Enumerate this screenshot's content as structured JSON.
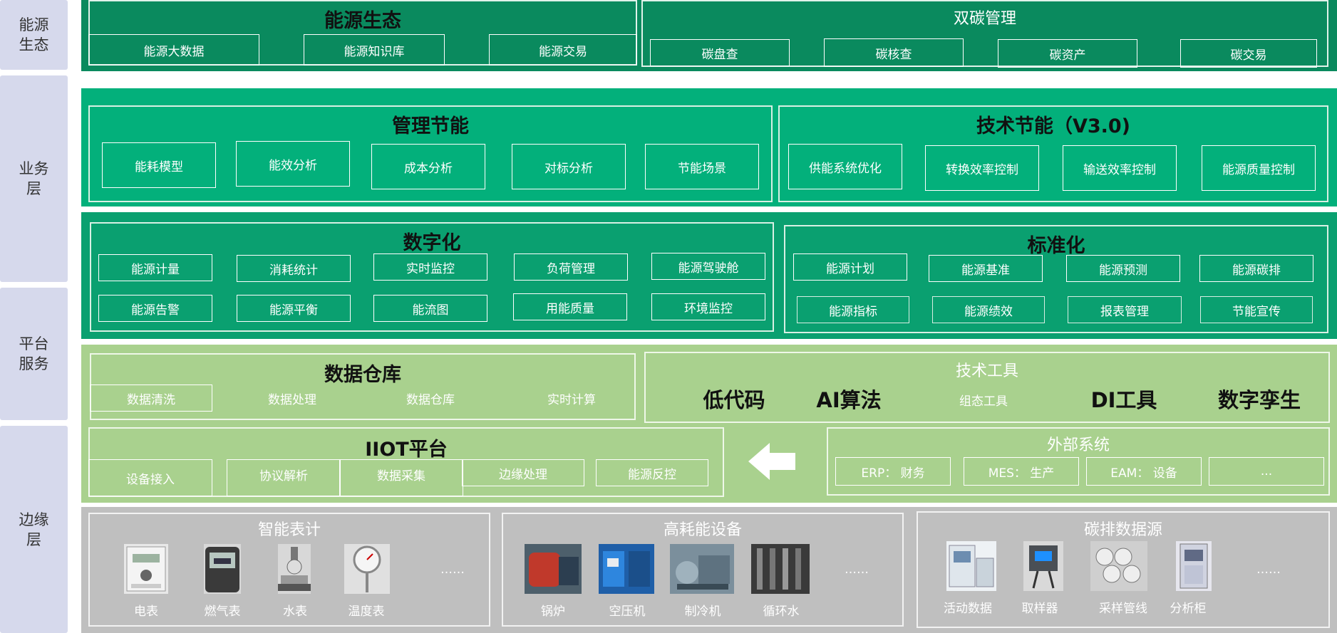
{
  "layers": {
    "ecology": "能源\n生态",
    "business": "业务\n层",
    "platform": "平台\n服务",
    "edge": "边缘\n层"
  },
  "ecology": {
    "energy_title": "能源生态",
    "energy_items": [
      "能源大数据",
      "能源知识库",
      "能源交易"
    ],
    "carbon_title": "双碳管理",
    "carbon_items": [
      "碳盘查",
      "碳核查",
      "碳资产",
      "碳交易"
    ]
  },
  "business": {
    "mgmt_title": "管理节能",
    "mgmt_items": [
      "能耗模型",
      "能效分析",
      "成本分析",
      "对标分析",
      "节能场景"
    ],
    "tech_title": "技术节能（V3.0)",
    "tech_items": [
      "供能系统优化",
      "转换效率控制",
      "输送效率控制",
      "能源质量控制"
    ],
    "digital_title": "数字化",
    "digital_row1": [
      "能源计量",
      "消耗统计",
      "实时监控",
      "负荷管理",
      "能源驾驶舱"
    ],
    "digital_row2": [
      "能源告警",
      "能源平衡",
      "能流图",
      "用能质量",
      "环境监控"
    ],
    "std_title": "标准化",
    "std_row1": [
      "能源计划",
      "能源基准",
      "能源预测",
      "能源碳排"
    ],
    "std_row2": [
      "能源指标",
      "能源绩效",
      "报表管理",
      "节能宣传"
    ]
  },
  "platform": {
    "dw_title": "数据仓库",
    "dw_items": [
      "数据清洗",
      "数据处理",
      "数据仓库",
      "实时计算"
    ],
    "tools_title": "技术工具",
    "tools_items": [
      "低代码",
      "AI算法",
      "组态工具",
      "DI工具",
      "数字孪生"
    ],
    "iiot_title": "IIOT平台",
    "iiot_items": [
      "设备接入",
      "协议解析",
      "数据采集",
      "边缘处理",
      "能源反控"
    ],
    "ext_title": "外部系统",
    "ext_items": [
      "ERP：  财务",
      "MES：  生产",
      "EAM：  设备",
      "..."
    ]
  },
  "edge": {
    "meter_title": "智能表计",
    "meter_items": [
      "电表",
      "燃气表",
      "水表",
      "温度表"
    ],
    "meter_more": "……",
    "equip_title": "高耗能设备",
    "equip_items": [
      "锅炉",
      "空压机",
      "制冷机",
      "循环水"
    ],
    "equip_more": "……",
    "carbon_title": "碳排数据源",
    "carbon_items": [
      "活动数据",
      "取样器",
      "采样管线",
      "分析柜"
    ],
    "carbon_more": "……"
  },
  "colors": {
    "ecology_bg": "#0a8a5e",
    "business_bg": "#03b07b",
    "platform_bg": "#a9d18e",
    "edge_bg": "#bfbfbf",
    "layer_label_bg": "#d6d9ec"
  }
}
